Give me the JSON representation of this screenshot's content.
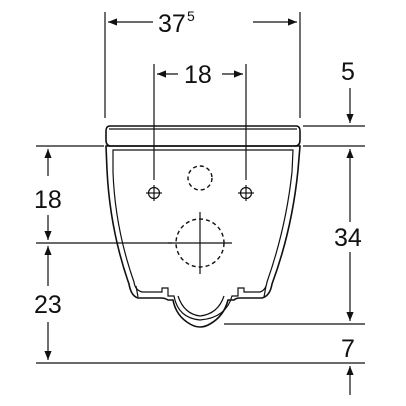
{
  "dimensions": {
    "overall_width": {
      "main": "37",
      "sup": "5"
    },
    "hole_spacing": "18",
    "seat_offset": "5",
    "hole_height": "18",
    "bowl_height": "34",
    "drain_height": "23",
    "base_offset": "7"
  }
}
